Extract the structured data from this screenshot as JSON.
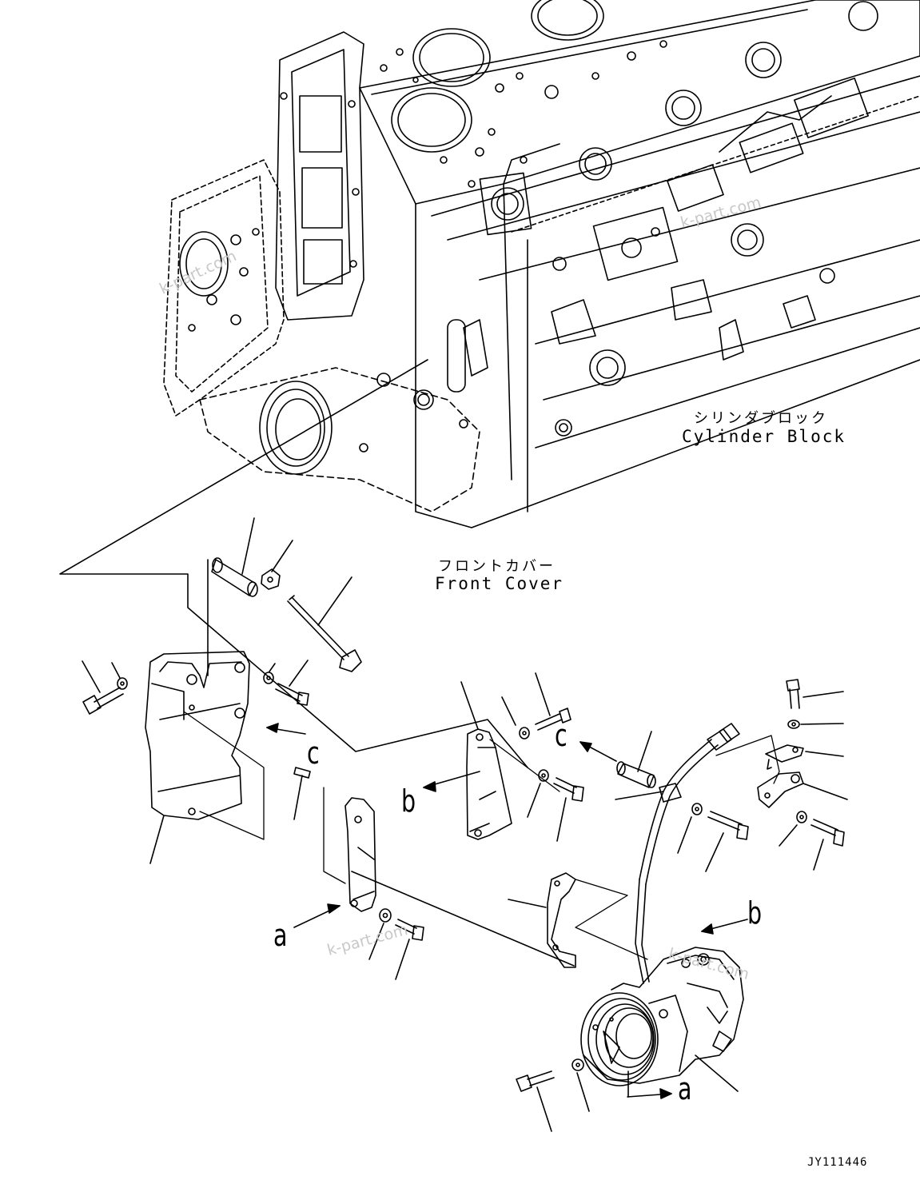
{
  "labels": {
    "cylinder_block_jp": "シリンダブロック",
    "cylinder_block_en": "Cylinder Block",
    "front_cover_jp": "フロントカバー",
    "front_cover_en": "Front Cover"
  },
  "callouts": {
    "c_bracket": "c",
    "c_harness": "c",
    "b_left": "b",
    "b_right": "b",
    "a_left": "a",
    "a_right": "a"
  },
  "watermarks": [
    "k-part.com",
    "k-part.com",
    "k-part.com",
    "k-part.com"
  ],
  "drawing_code": "JY111446"
}
